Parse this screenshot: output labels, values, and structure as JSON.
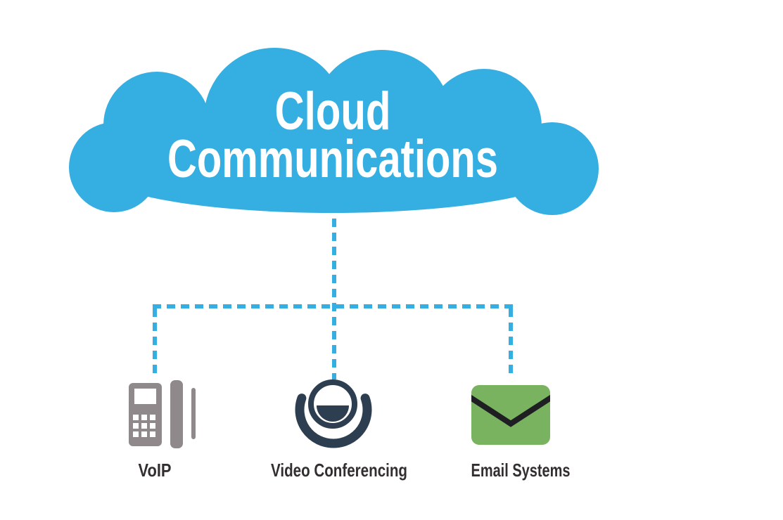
{
  "diagram": {
    "title_line1": "Cloud",
    "title_line2": "Communications",
    "root_node": "Cloud Communications",
    "nodes": [
      {
        "id": "voip",
        "label": "VoIP",
        "icon": "desk-phone-icon"
      },
      {
        "id": "video-conferencing",
        "label": "Video Conferencing",
        "icon": "webcam-icon"
      },
      {
        "id": "email-systems",
        "label": "Email Systems",
        "icon": "envelope-icon"
      }
    ],
    "connector_style": "dashed",
    "colors": {
      "background": "#FFFFFF",
      "cloud_blue": "#35AEE2",
      "connector_blue": "#35AEE2",
      "title_color": "#FFFFFF",
      "phone_gray": "#8F898C",
      "video_slate": "#2C3E50",
      "email_green": "#7AB35F",
      "flap_dark": "#1E1E23",
      "label_color": "#332F30"
    }
  }
}
